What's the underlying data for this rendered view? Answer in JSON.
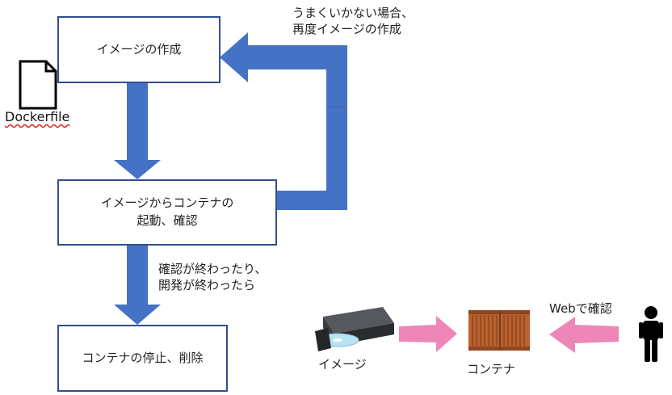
{
  "flow": {
    "step1": "イメージの作成",
    "step2": "イメージからコンテナの\n起動、確認",
    "step3": "コンテナの停止、削除",
    "retry_note": "うまくいかない場合、\n再度イメージの作成",
    "done_note": "確認が終わったり、\n開発が終わったら"
  },
  "dockerfile": {
    "label": "Dockerfile"
  },
  "illustration": {
    "image_label": "イメージ",
    "container_label": "コンテナ",
    "web_check_label": "Webで確認"
  },
  "colors": {
    "box_border": "#2f4f8f",
    "flow_arrow": "#4472c4",
    "pink_arrow": "#ef86b8",
    "container": "#b9612f",
    "person": "#000000"
  }
}
